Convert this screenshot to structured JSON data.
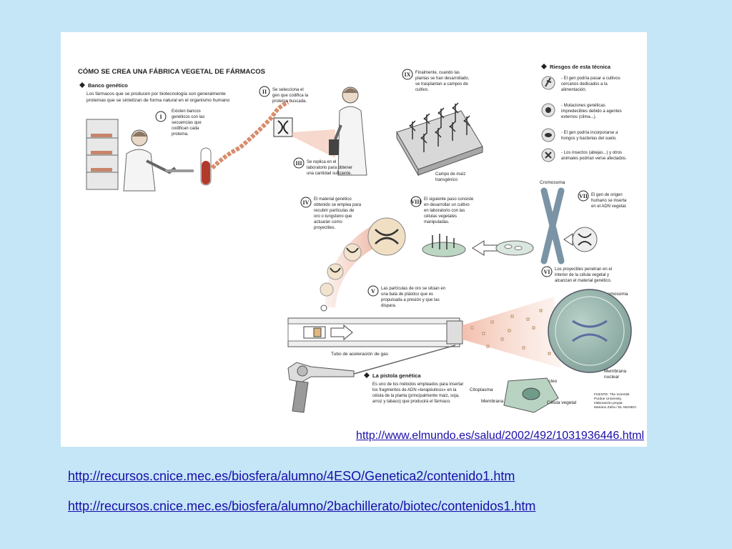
{
  "figure": {
    "title": "CÓMO SE CREA UNA FÁBRICA VEGETAL DE FÁRMACOS",
    "banco": {
      "heading": "Banco genético",
      "text": [
        "Los fármacos que se producen por biotecnología son generalmente",
        "proteínas que se sintetizan de forma natural en el organismo humano"
      ]
    },
    "steps": [
      {
        "num": "I",
        "lines": [
          "Existen bancos",
          "genéticos con las",
          "secuencias que",
          "codifican cada",
          "proteína."
        ]
      },
      {
        "num": "II",
        "lines": [
          "Se selecciona el",
          "gen que codifica la",
          "proteína buscada."
        ]
      },
      {
        "num": "III",
        "lines": [
          "Se replica en el",
          "laboratorio para obtener",
          "una cantidad suficiente."
        ]
      },
      {
        "num": "IV",
        "lines": [
          "El material genético",
          "obtenido se emplea para",
          "recubrir partículas de",
          "oro o tungsteno que",
          "actuarán como",
          "proyectiles."
        ]
      },
      {
        "num": "V",
        "lines": [
          "Las partículas de oro se sitúan en",
          "una bala de plástico que es",
          "propulsada a presión y que las",
          "dispara."
        ]
      },
      {
        "num": "VI",
        "lines": [
          "Los proyectiles penetran en el",
          "interior de la célula vegetal y",
          "alcanzan el material genético."
        ]
      },
      {
        "num": "VII",
        "lines": [
          "El gen de origen",
          "humano se inserta",
          "en el ADN vegetal."
        ]
      },
      {
        "num": "VIII",
        "lines": [
          "El siguiente paso consiste",
          "en desarrollar un cultivo",
          "en laboratorio con las",
          "células vegetales",
          "manipuladas."
        ]
      },
      {
        "num": "IX",
        "lines": [
          "Finalmente, cuando las",
          "plantas se han desarrollado,",
          "se trasplantan a campos de",
          "cultivo."
        ]
      }
    ],
    "riesgos": {
      "heading": "Riesgos de esta técnica",
      "items": [
        [
          "- El gen podría pasar a cultivos",
          "cercanos dedicados a la",
          "alimentación."
        ],
        [
          "- Mutaciones genéticas",
          "impredecibles debido a agentes",
          "externos (clima...)."
        ],
        [
          "- El gen podría incorporarse a",
          "hongos y bacterias del suelo."
        ],
        [
          "- Los insectos (abejas...) y otros",
          "animales podrían verse afectados."
        ]
      ]
    },
    "labels": {
      "campo": [
        "Campo de maíz",
        "transgénico"
      ],
      "cromosoma_top": "Cromosoma",
      "cromosoma_cell": "Cromosoma",
      "tubo": "Tubo de aceleración de gas",
      "membrana_nuclear": [
        "Membrana",
        "nuclear"
      ],
      "nucleo": "Núcleo",
      "citoplasma": "Citoplasma",
      "membrana": "Membrana",
      "celula": "Célula vegetal"
    },
    "pistola": {
      "heading": "La pistola genética",
      "lines": [
        "Es uno de los métodos empleados para insertar",
        "los fragmentos de ADN «terapéuticos» en la",
        "célula de la planta (principalmente maíz, soja,",
        "arroz y tabaco) que producirá el fármaco."
      ]
    },
    "fuente": [
      "FUENTE: The Scientist",
      "Purdue University,",
      "elaboración propia.",
      "Mariano Zafra / EL MUNDO"
    ],
    "source_url": "http://www.elmundo.es/salud/2002/492/1031936446.html"
  },
  "links": [
    "http://recursos.cnice.mec.es/biosfera/alumno/4ESO/Genetica2/contenido1.htm",
    "http://recursos.cnice.mec.es/biosfera/alumno/2bachillerato/biotec/contenidos1.htm"
  ]
}
